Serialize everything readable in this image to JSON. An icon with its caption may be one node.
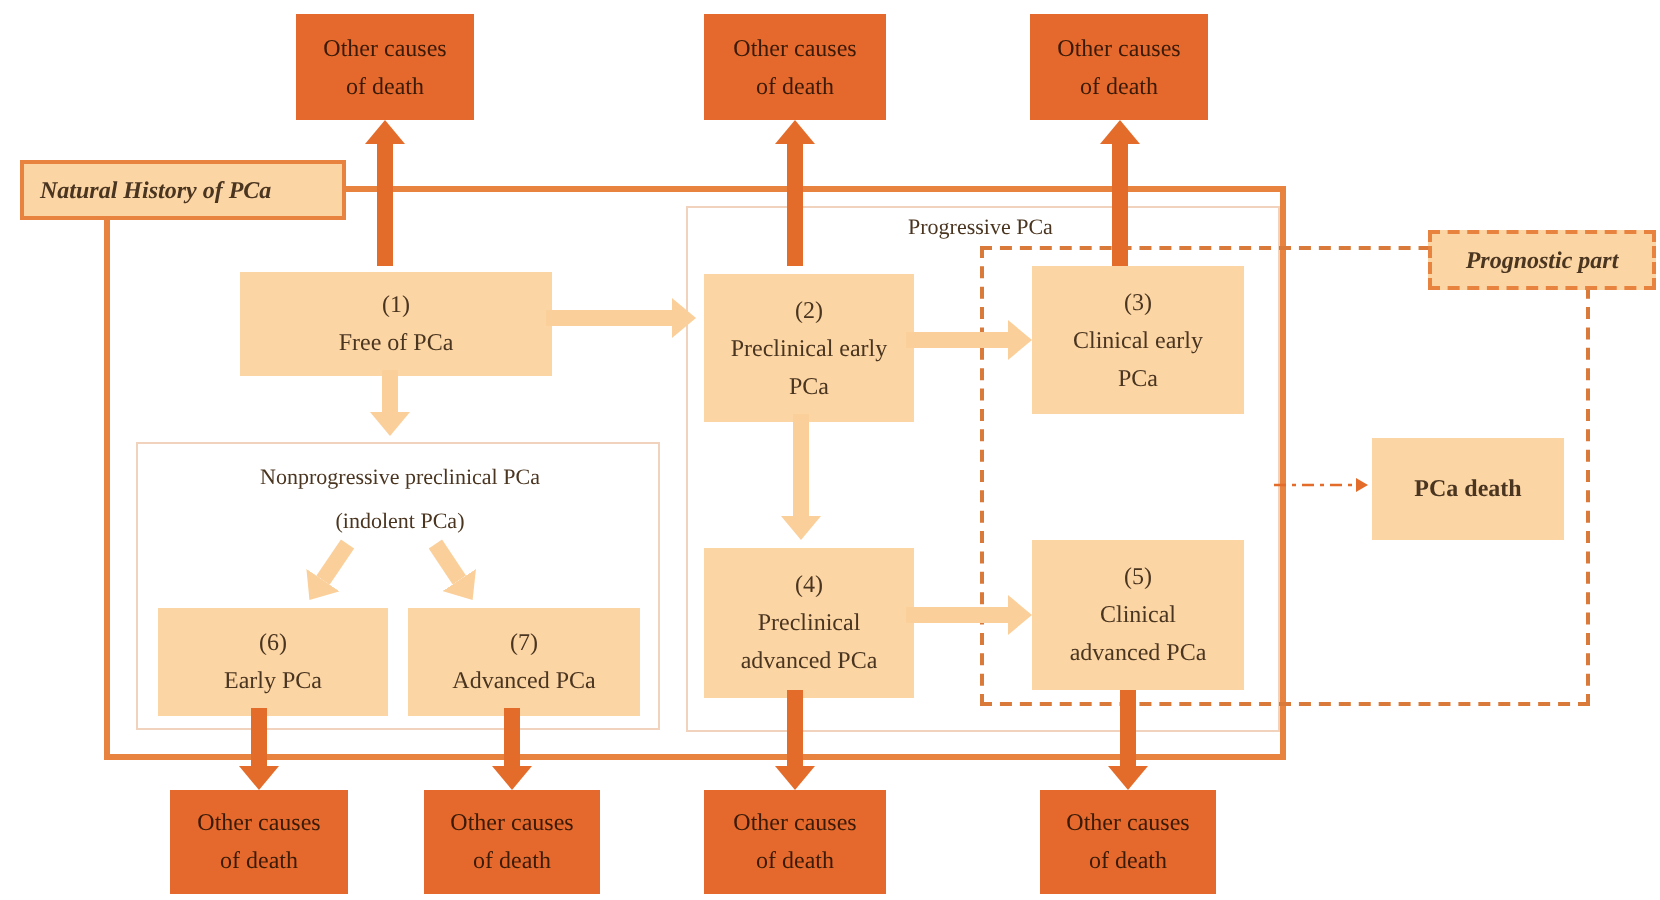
{
  "diagram": {
    "nodes": [
      {
        "text": [
          "Natural History of PCa"
        ]
      },
      {
        "text": [
          "Progressive PCa"
        ],
        "in": 0
      },
      {
        "text": [
          "Nonprogressive preclinical PCa (indolent PCa)"
        ],
        "in": 0
      },
      {
        "text": [
          "(1)",
          "Free of PCa"
        ],
        "in": 0
      },
      {
        "text": [
          "(2)",
          "Preclinical early PCa"
        ],
        "in": 1
      },
      {
        "text": [
          "(3)",
          "Clinical early PCa"
        ]
      },
      {
        "text": [
          "(4)",
          "Preclinical advanced PCa"
        ],
        "in": 1
      },
      {
        "text": [
          "(5)",
          "Clinical advanced PCa"
        ]
      },
      {
        "text": [
          "(6)",
          "Early PCa"
        ],
        "in": 2
      },
      {
        "text": [
          "(7)",
          "Advanced PCa"
        ],
        "in": 2
      },
      {
        "text": [
          "Prognostic part"
        ]
      },
      {
        "text": [
          "PCa death"
        ],
        "in": 10
      },
      {
        "text": [
          "Other causes of death"
        ]
      },
      {
        "text": [
          "Other causes of death"
        ]
      },
      {
        "text": [
          "Other causes of death"
        ]
      },
      {
        "text": [
          "Other causes of death"
        ]
      },
      {
        "text": [
          "Other causes of death"
        ]
      },
      {
        "text": [
          "Other causes of death"
        ]
      },
      {
        "text": [
          "Other causes of death"
        ]
      }
    ],
    "edges": [
      {
        "from": 3,
        "to": 12,
        "arrow": "to"
      },
      {
        "from": 4,
        "to": 13,
        "arrow": "to"
      },
      {
        "from": 5,
        "to": 14,
        "arrow": "to"
      },
      {
        "from": 8,
        "to": 15,
        "arrow": "to"
      },
      {
        "from": 9,
        "to": 16,
        "arrow": "to"
      },
      {
        "from": 6,
        "to": 17,
        "arrow": "to"
      },
      {
        "from": 7,
        "to": 18,
        "arrow": "to"
      },
      {
        "from": 3,
        "to": 4,
        "arrow": "to",
        "color": "#fbcf9a"
      },
      {
        "from": 3,
        "to": 2,
        "arrow": "to",
        "color": "#fbcf9a"
      },
      {
        "from": 4,
        "to": 5,
        "arrow": "to",
        "color": "#fbcf9a"
      },
      {
        "from": 4,
        "to": 6,
        "arrow": "to",
        "color": "#fbcf9a"
      },
      {
        "from": 6,
        "to": 7,
        "arrow": "to",
        "color": "#fbcf9a"
      },
      {
        "from": null,
        "to": 8,
        "arrow": "to",
        "color": "#fbcf9a"
      },
      {
        "from": null,
        "to": 9,
        "arrow": "to",
        "color": "#fbcf9a"
      },
      {
        "from": 1,
        "to": 11,
        "arrow": "to",
        "style": "dashed"
      }
    ]
  }
}
